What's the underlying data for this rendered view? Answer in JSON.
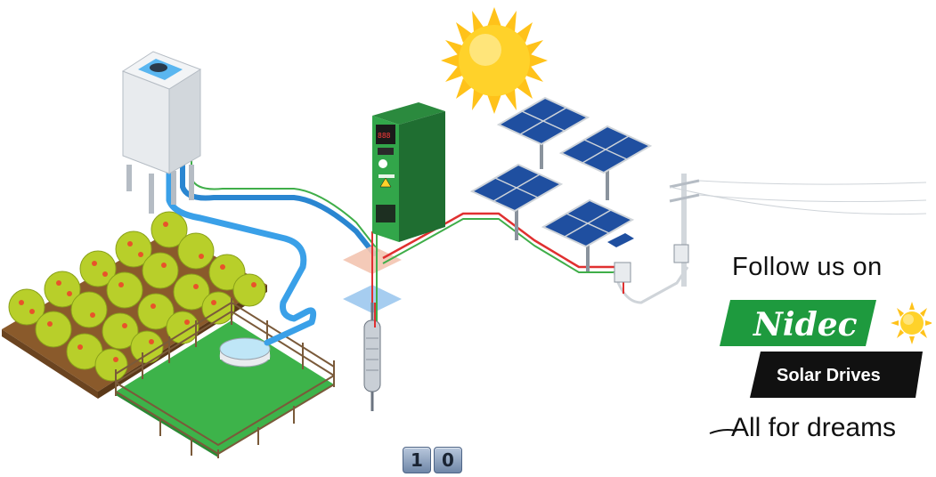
{
  "brand": {
    "follow_text": "Follow us on",
    "logo_name": "Nidec",
    "product_label": "Solar Drives",
    "tagline": "All for dreams",
    "colors": {
      "green": "#1e9a3e",
      "black": "#111111",
      "sun": "#ffd22a",
      "water": "#3aa0e8",
      "wire_red": "#e03030",
      "wire_green": "#3fae49",
      "panel": "#1f4fa0"
    }
  },
  "drive": {
    "display_value": "888"
  },
  "counter": {
    "digits": [
      "1",
      "0"
    ]
  },
  "icons": [
    "sun-icon",
    "water-tower-icon",
    "solar-panel-icon",
    "power-pole-icon",
    "borehole-pump-icon",
    "orchard-icon",
    "pond-icon"
  ]
}
